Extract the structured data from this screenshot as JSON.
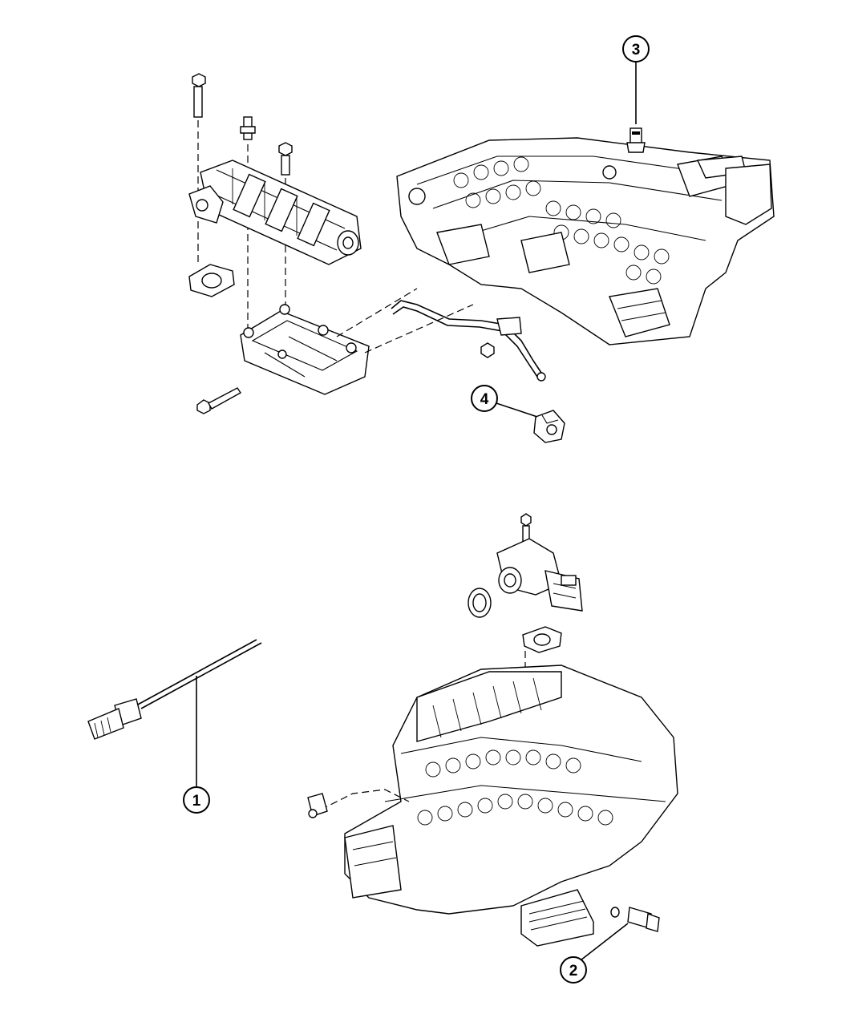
{
  "figure": {
    "callouts": [
      {
        "id": "1",
        "label": "1"
      },
      {
        "id": "2",
        "label": "2"
      },
      {
        "id": "3",
        "label": "3"
      },
      {
        "id": "4",
        "label": "4"
      }
    ],
    "colors": {
      "line": "#000000",
      "background": "#ffffff"
    }
  }
}
